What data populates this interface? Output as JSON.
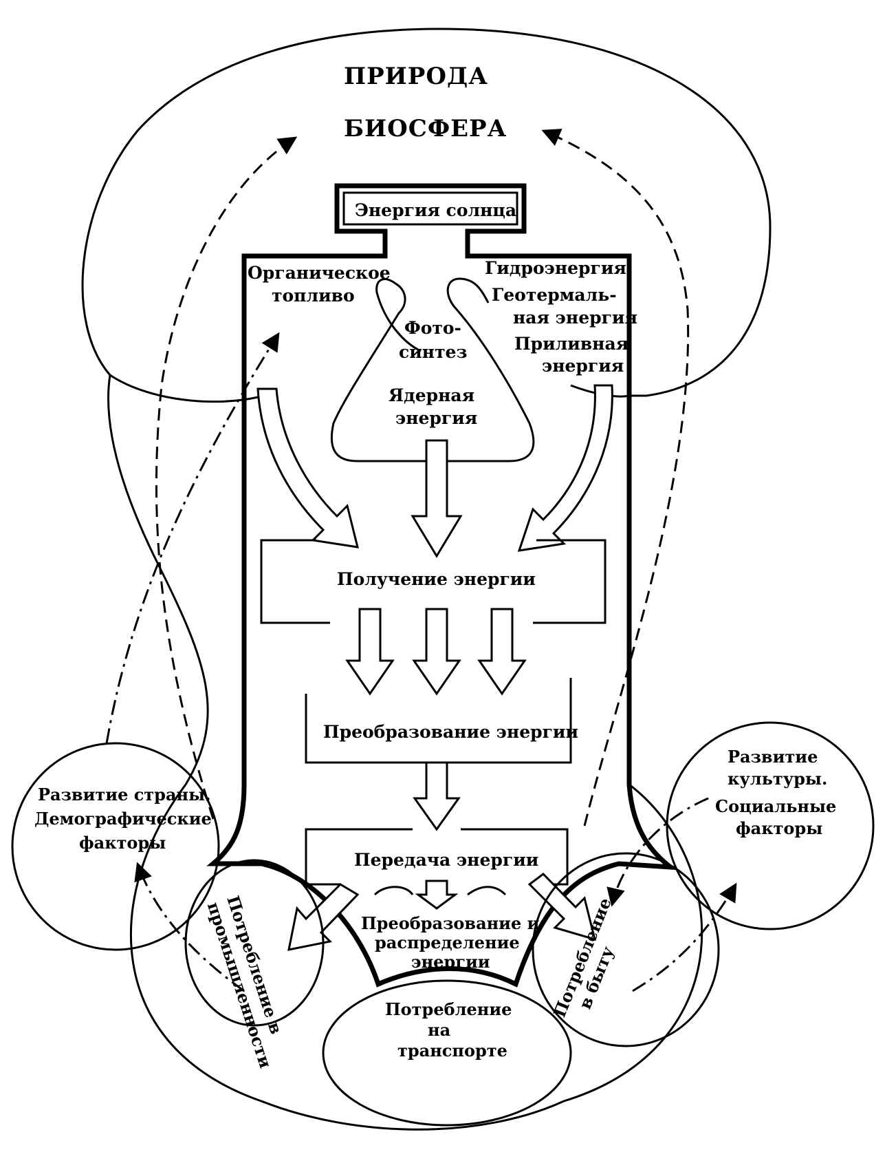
{
  "colors": {
    "ink": "#000000",
    "paper": "#ffffff"
  },
  "labels": {
    "priroda": "ПРИРОДА",
    "biosfera": "БИОСФЕРА",
    "sun": "Энергия солнца",
    "organic": [
      "Органическое",
      "топливо"
    ],
    "hydro": "Гидроэнергия",
    "geothermal": [
      "Геотермаль-",
      "ная энергия"
    ],
    "tidal": [
      "Приливная",
      "энергия"
    ],
    "photosynthesis": [
      "Фото-",
      "синтез"
    ],
    "nuclear": [
      "Ядерная",
      "энергия"
    ],
    "receiving": "Получение энергии",
    "conversion": "Преобразование энергии",
    "transmission": "Передача энергии",
    "distribution": [
      "Преобразование и",
      "распределение",
      "энергии"
    ],
    "industry": [
      "Потребление в",
      "промышленности"
    ],
    "household": [
      "Потребление",
      "в быту"
    ],
    "transport": [
      "Потребление",
      "на",
      "транспорте"
    ],
    "country": [
      "Развитие страны.",
      "Демографические",
      "факторы"
    ],
    "culture": [
      "Развитие",
      "культуры.",
      "Социальные",
      "факторы"
    ]
  }
}
